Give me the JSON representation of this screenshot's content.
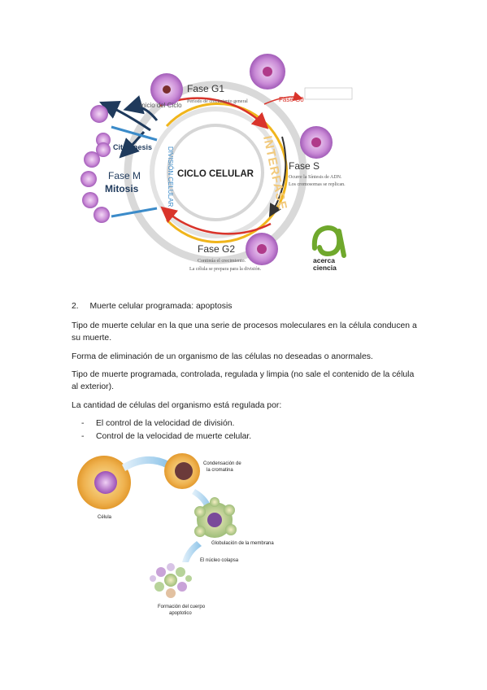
{
  "cycle_figure": {
    "center_label": "CICLO CELULAR",
    "interfase_label": "INTERFASE",
    "division_label": "DIVISIÓN CELULAR",
    "inicio_label": "Inicio del Ciclo",
    "citocinesis_label": "Citocinesis",
    "fase_m_label": "Fase M",
    "mitosis_label": "Mitosis",
    "fase_g1": {
      "title": "Fase G1",
      "desc": "Periodo de crecimiento general"
    },
    "fase_g0": {
      "title": "Fase G0"
    },
    "fase_s": {
      "title": "Fase S",
      "desc1": "Ocurre la Síntesis de ADN.",
      "desc2": "Los cromosomas se replican."
    },
    "fase_g2": {
      "title": "Fase G2",
      "desc1": "Continúa el crecimiento.",
      "desc2": "La célula se prepara para la división."
    },
    "logo": {
      "line1": "acerca",
      "line2": "ciencia"
    },
    "colors": {
      "red": "#d9342b",
      "yellow": "#f0b51c",
      "navy": "#1f3a5c",
      "blue": "#3b8bc9",
      "purple": "#b45ec9",
      "green": "#6fa82c"
    }
  },
  "section": {
    "number": "2.",
    "title": "Muerte celular programada: apoptosis"
  },
  "paragraphs": {
    "p1": "Tipo de muerte celular en la que una serie de procesos moleculares en la célula conducen a su muerte.",
    "p2": "Forma de eliminación de un organismo de las células no deseadas o anormales.",
    "p3": "Tipo de muerte programada, controlada, regulada y limpia (no sale el contenido de la célula al exterior).",
    "p4": "La cantidad de células del organismo está regulada por:"
  },
  "bullets": {
    "b1": "El control de la velocidad de división.",
    "b2": "Control de la velocidad de muerte celular."
  },
  "apoptosis_figure": {
    "celula": "Célula",
    "condensacion1": "Condensación de",
    "condensacion2": "la cromatina",
    "globulacion": "Globulación de la membrana",
    "nucleo": "El núcleo colapsa",
    "formacion1": "Formación del cuerpo",
    "formacion2": "apoptotico"
  }
}
